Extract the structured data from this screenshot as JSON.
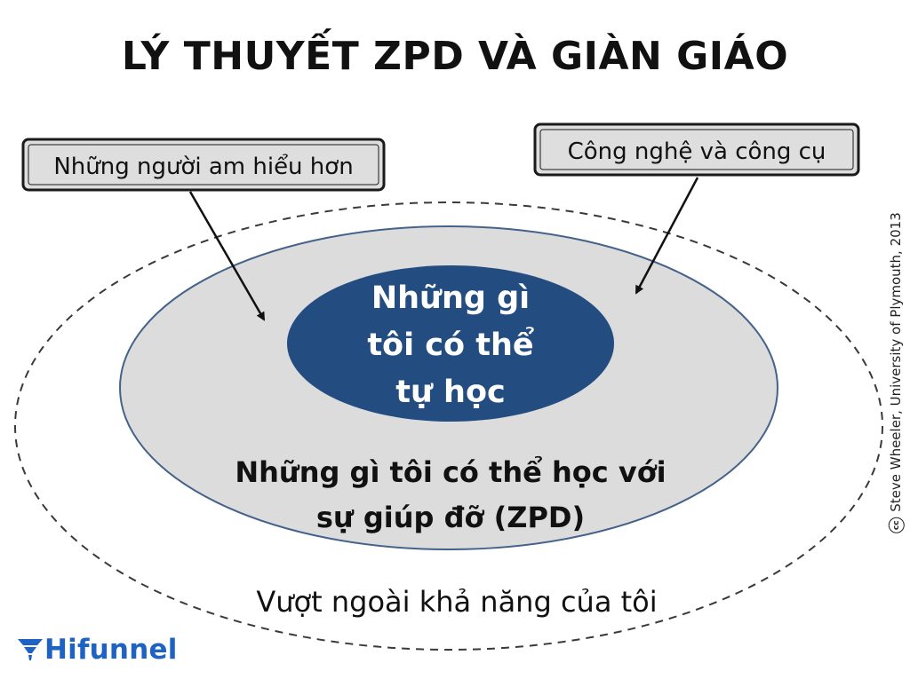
{
  "title": "LÝ THUYẾT ZPD VÀ GIÀN GIÁO",
  "labels": {
    "knowledgeable_others": "Những người am hiểu hơn",
    "technology_tools": "Công nghệ và công cụ"
  },
  "inner": {
    "lines": [
      "Những gì",
      "tôi có thể",
      "tự học"
    ]
  },
  "middle": {
    "lines": [
      "Những gì tôi có thể học với",
      "sự giúp đỡ (ZPD)"
    ]
  },
  "outer": {
    "text": "Vượt ngoài khả năng của tôi"
  },
  "credit": "Steve Wheeler, University of Plymouth, 2013",
  "logo": {
    "text": "Hifunnel"
  },
  "colors": {
    "inner_fill": "#234d81",
    "middle_fill": "#dcdcdc",
    "middle_stroke": "#44628a",
    "label_fill": "#dedede",
    "logo_blue": "#1e63c4"
  }
}
